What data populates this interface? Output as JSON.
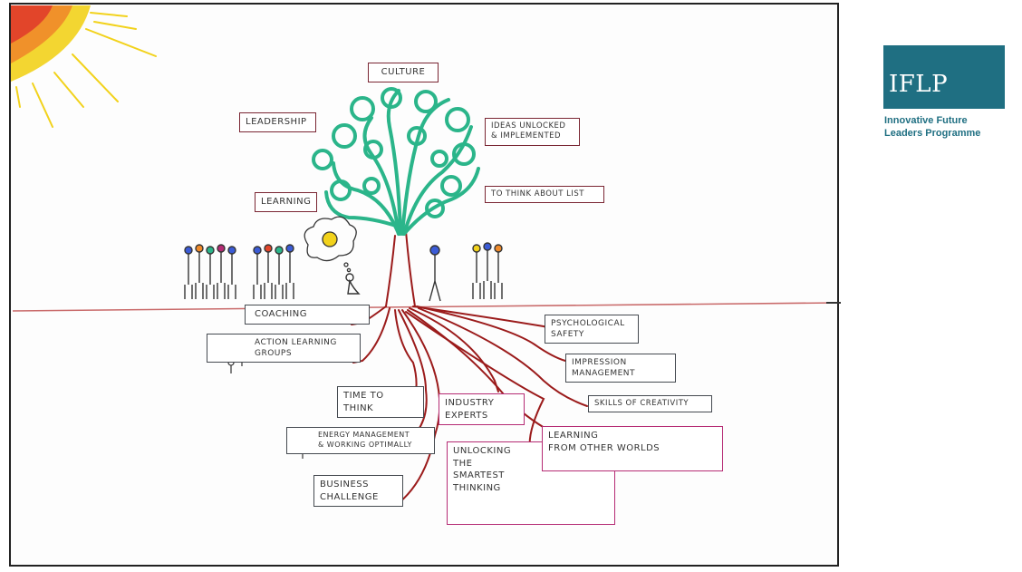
{
  "logo": {
    "brand": "IFLP",
    "tagline_line1": "Innovative Future",
    "tagline_line2": "Leaders Programme",
    "color": "#1f6f82"
  },
  "diagram": {
    "canopy_labels": {
      "culture": "CULTURE",
      "leadership": "LEADERSHIP",
      "ideas": "IDEAS UNLOCKED\n& IMPLEMENTED",
      "learning": "LEARNING",
      "think_list": "TO THINK ABOUT LIST"
    },
    "root_labels": {
      "coaching": "COACHING",
      "action_learning": "ACTION LEARNING\nGROUPS",
      "time_to_think": "TIME TO\nTHINK",
      "energy": "ENERGY MANAGEMENT\n& WORKING OPTIMALLY",
      "business_challenge": "BUSINESS\nCHALLENGE",
      "industry_experts": "INDUSTRY\nEXPERTS",
      "unlocking": "UNLOCKING\nTHE SMARTEST\nTHINKING",
      "learning_worlds": "LEARNING\nFROM OTHER WORLDS",
      "psych_safety": "PSYCHOLOGICAL\nSAFETY",
      "impression": "IMPRESSION\nMANAGEMENT",
      "creativity": "SKILLS OF CREATIVITY"
    },
    "colors": {
      "tree_canopy": "#2bb58a",
      "roots": "#9b1b1b",
      "ground": "#c96a6a",
      "sun": "#f2d21b",
      "sun_core": "#e2452a",
      "maroon_box": "#7a2633",
      "grey_box": "#454a50",
      "pink_box": "#b52b74"
    },
    "icons": [
      "sun-icon",
      "tree-icon",
      "people-group-icon",
      "lightbulb-icon",
      "globe-icon",
      "clock-icon",
      "plants-icon"
    ]
  }
}
